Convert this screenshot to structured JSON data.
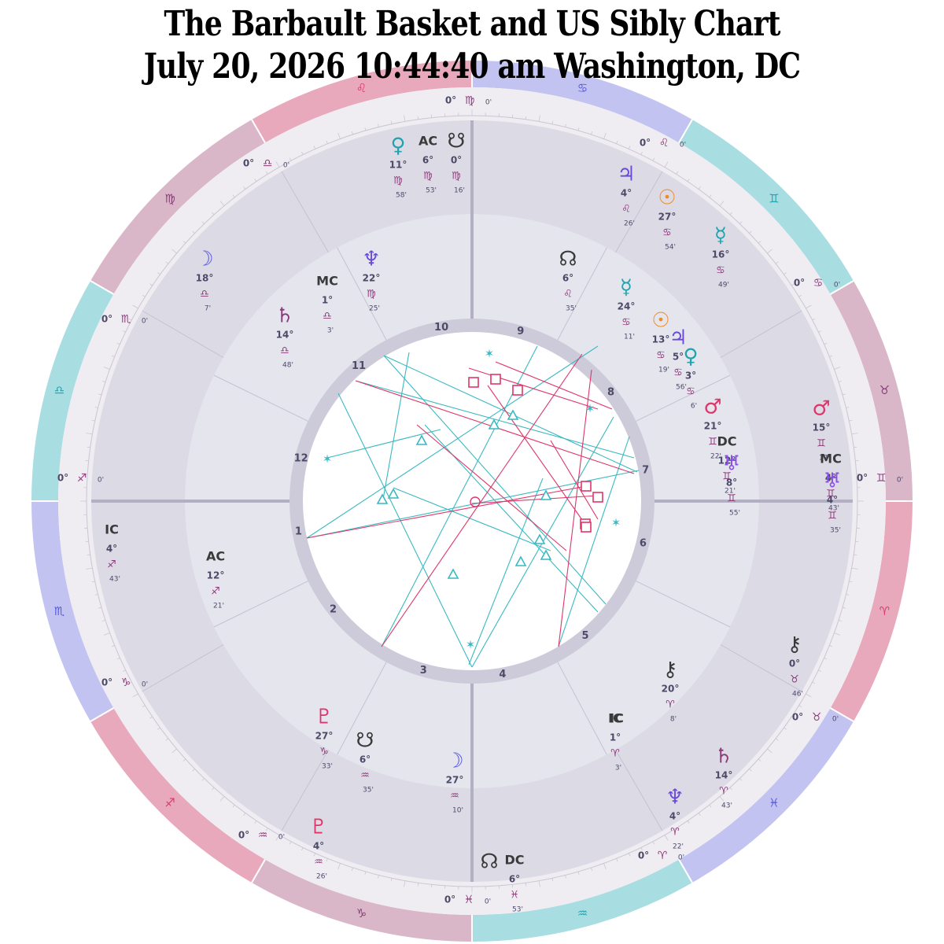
{
  "title": {
    "line1": "The Barbault Basket and US Sibly Chart",
    "line2": "July 20, 2026 10:44:40 am Washington, DC"
  },
  "colors": {
    "fire": "#e8a9bd",
    "earth": "#d9b7c9",
    "air": "#a8dde2",
    "water": "#c3c3f2",
    "fire_glyph": "#e0356a",
    "earth_glyph": "#8a3a78",
    "air_glyph": "#23a3ad",
    "water_glyph": "#5656e0",
    "trine": "#3ab9c2",
    "square": "#e0356a",
    "sun": "#f08a24",
    "mars": "#e0356a",
    "uranus": "#8a4ee8"
  },
  "outer_signs": [
    {
      "glyph": "♒",
      "name": "aquarius"
    },
    {
      "glyph": "♓",
      "name": "pisces"
    },
    {
      "glyph": "♈",
      "name": "aries"
    },
    {
      "glyph": "♉",
      "name": "taurus"
    },
    {
      "glyph": "♊",
      "name": "gemini"
    },
    {
      "glyph": "♋",
      "name": "cancer"
    },
    {
      "glyph": "♌",
      "name": "leo"
    },
    {
      "glyph": "♍",
      "name": "virgo"
    },
    {
      "glyph": "♎",
      "name": "libra"
    },
    {
      "glyph": "♏",
      "name": "scorpio"
    },
    {
      "glyph": "♐",
      "name": "sagittarius"
    },
    {
      "glyph": "♑",
      "name": "capricorn"
    }
  ],
  "inner_cusp_numbers": [
    "1",
    "2",
    "3",
    "4",
    "5",
    "6",
    "7",
    "8",
    "9",
    "10",
    "11",
    "12"
  ],
  "outer_cusp_labels": [
    {
      "deg": "0°",
      "glyph": "♍",
      "min": "0'"
    },
    {
      "deg": "0°",
      "glyph": "♎",
      "min": "0'"
    },
    {
      "deg": "0°",
      "glyph": "♏",
      "min": "0'"
    },
    {
      "deg": "0°",
      "glyph": "♐",
      "min": "0'"
    },
    {
      "deg": "0°",
      "glyph": "♑",
      "min": "0'"
    },
    {
      "deg": "0°",
      "glyph": "♒",
      "min": "0'"
    },
    {
      "deg": "0°",
      "glyph": "♓",
      "min": "0'"
    },
    {
      "deg": "0°",
      "glyph": "♈",
      "min": "0'"
    },
    {
      "deg": "0°",
      "glyph": "♉",
      "min": "0'"
    },
    {
      "deg": "0°",
      "glyph": "♊",
      "min": "0'"
    },
    {
      "deg": "0°",
      "glyph": "♋",
      "min": "0'"
    },
    {
      "deg": "0°",
      "glyph": "♌",
      "min": "0'"
    }
  ],
  "outer_planets": [
    {
      "name": "venus",
      "glyph": "♀",
      "deg": "11°",
      "sign": "♍",
      "min": "58'"
    },
    {
      "name": "ascendant",
      "glyph": "AC",
      "deg": "6°",
      "sign": "♍",
      "min": "53'"
    },
    {
      "name": "south-node",
      "glyph": "☋",
      "deg": "0°",
      "sign": "♍",
      "min": "16'"
    },
    {
      "name": "jupiter",
      "glyph": "♃",
      "deg": "4°",
      "sign": "♌",
      "min": "26'"
    },
    {
      "name": "sun",
      "glyph": "☉",
      "deg": "27°",
      "sign": "♋",
      "min": "54'"
    },
    {
      "name": "mercury",
      "glyph": "☿",
      "deg": "16°",
      "sign": "♋",
      "min": "49'"
    },
    {
      "name": "mars",
      "glyph": "♂",
      "deg": "15°",
      "sign": "♊",
      "min": "17'"
    },
    {
      "name": "midheaven",
      "glyph": "MC",
      "deg": "4°",
      "sign": "♊",
      "min": "43'"
    },
    {
      "name": "uranus",
      "glyph": "♅",
      "deg": "4°",
      "sign": "♊",
      "min": "35'"
    },
    {
      "name": "chiron",
      "glyph": "⚷",
      "deg": "0°",
      "sign": "♉",
      "min": "46'"
    },
    {
      "name": "saturn",
      "glyph": "♄",
      "deg": "14°",
      "sign": "♈",
      "min": "43'"
    },
    {
      "name": "neptune",
      "glyph": "♆",
      "deg": "4°",
      "sign": "♈",
      "min": "22'"
    },
    {
      "name": "north-node",
      "glyph": "☊",
      "deg": "",
      "sign": "",
      "min": ""
    },
    {
      "name": "descendant",
      "glyph": "DC",
      "deg": "6°",
      "sign": "♓",
      "min": "53'"
    },
    {
      "name": "ic",
      "glyph": "IC",
      "deg": "",
      "sign": "",
      "min": ""
    },
    {
      "name": "moon",
      "glyph": "☽",
      "deg": "27°",
      "sign": "♒",
      "min": "10'"
    },
    {
      "name": "pluto",
      "glyph": "♇",
      "deg": "4°",
      "sign": "♒",
      "min": "26'"
    }
  ],
  "inner_planets": [
    {
      "name": "neptune",
      "glyph": "♆",
      "deg": "22°",
      "sign": "♍",
      "min": "25'"
    },
    {
      "name": "midheaven",
      "glyph": "MC",
      "deg": "1°",
      "sign": "♎",
      "min": "3'"
    },
    {
      "name": "saturn",
      "glyph": "♄",
      "deg": "14°",
      "sign": "♎",
      "min": "48'"
    },
    {
      "name": "moon",
      "glyph": "☽",
      "deg": "18°",
      "sign": "♎",
      "min": "7'"
    },
    {
      "name": "north-node",
      "glyph": "☊",
      "deg": "6°",
      "sign": "♌",
      "min": "35'"
    },
    {
      "name": "mercury",
      "glyph": "☿",
      "deg": "24°",
      "sign": "♋",
      "min": "11'"
    },
    {
      "name": "sun",
      "glyph": "☉",
      "deg": "13°",
      "sign": "♋",
      "min": "19'"
    },
    {
      "name": "jupiter",
      "glyph": "♃",
      "deg": "5°",
      "sign": "♋",
      "min": "56'"
    },
    {
      "name": "venus",
      "glyph": "♀",
      "deg": "3°",
      "sign": "♋",
      "min": "6'"
    },
    {
      "name": "mars",
      "glyph": "♂",
      "deg": "21°",
      "sign": "♊",
      "min": "22'"
    },
    {
      "name": "descendant",
      "glyph": "DC",
      "deg": "12°",
      "sign": "♊",
      "min": "21'"
    },
    {
      "name": "uranus",
      "glyph": "♅",
      "deg": "8°",
      "sign": "♊",
      "min": "55'"
    },
    {
      "name": "ic",
      "glyph": "IC",
      "deg": "4°",
      "sign": "♐",
      "min": "43'"
    },
    {
      "name": "ascendant",
      "glyph": "AC",
      "deg": "12°",
      "sign": "♐",
      "min": "21'"
    },
    {
      "name": "pluto",
      "glyph": "♇",
      "deg": "27°",
      "sign": "♑",
      "min": "33'"
    },
    {
      "name": "south-node",
      "glyph": "☋",
      "deg": "6°",
      "sign": "♒",
      "min": "35'"
    },
    {
      "name": "chiron",
      "glyph": "⚷",
      "deg": "20°",
      "sign": "♈",
      "min": "8'"
    },
    {
      "name": "ic",
      "glyph": "IC",
      "deg": "1°",
      "sign": "♈",
      "min": "3'"
    }
  ]
}
